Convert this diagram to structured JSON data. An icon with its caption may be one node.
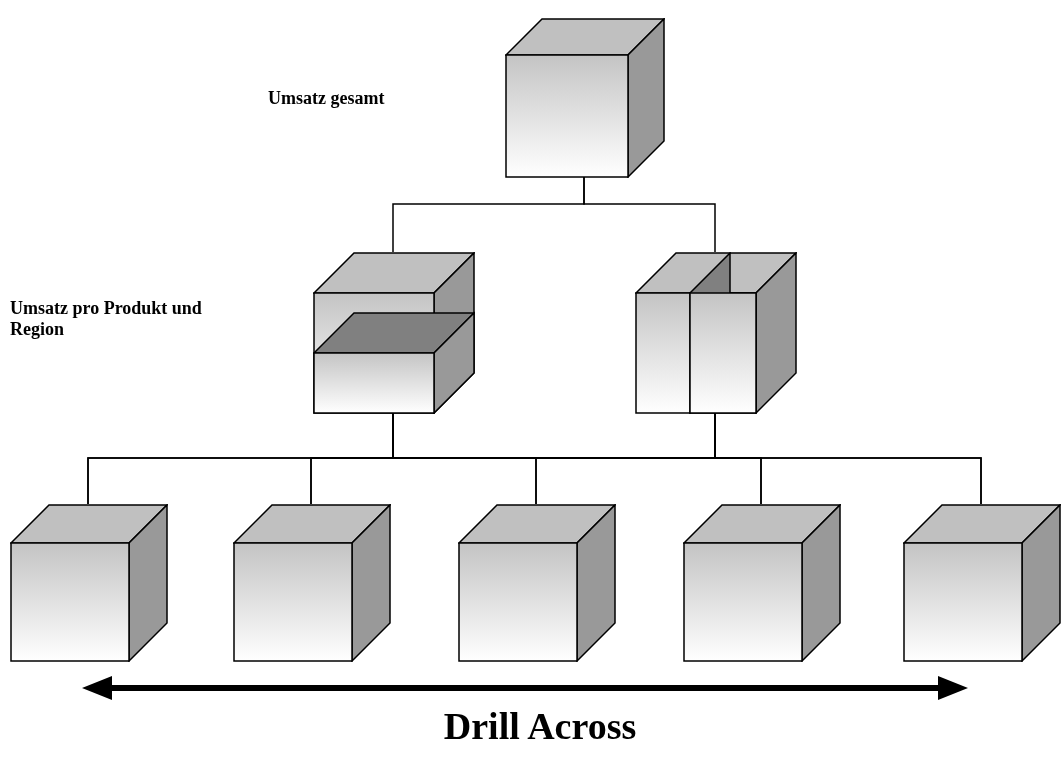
{
  "diagram": {
    "nodes": [
      {
        "text": [],
        "shape": "cube"
      },
      {
        "text": [],
        "shape": "cube"
      },
      {
        "text": [],
        "shape": "cube"
      },
      {
        "text": [],
        "shape": "cube"
      },
      {
        "text": [],
        "shape": "cube"
      },
      {
        "text": [],
        "shape": "cube"
      },
      {
        "text": [],
        "shape": "cube"
      },
      {
        "text": [],
        "shape": "cube"
      }
    ],
    "edges": [
      {
        "from": 0,
        "to": 1,
        "arrow": "none"
      },
      {
        "from": 0,
        "to": 2,
        "arrow": "none"
      },
      {
        "from": 1,
        "to": 3,
        "arrow": "none"
      },
      {
        "from": 1,
        "to": 4,
        "arrow": "none"
      },
      {
        "from": 1,
        "to": 5,
        "arrow": "none"
      },
      {
        "from": 1,
        "to": 6,
        "arrow": "none"
      },
      {
        "from": 1,
        "to": 7,
        "arrow": "none"
      },
      {
        "from": 2,
        "to": 3,
        "arrow": "none"
      },
      {
        "from": 2,
        "to": 4,
        "arrow": "none"
      },
      {
        "from": 2,
        "to": 5,
        "arrow": "none"
      },
      {
        "from": 2,
        "to": 6,
        "arrow": "none"
      },
      {
        "from": 2,
        "to": 7,
        "arrow": "none"
      }
    ],
    "labels": [
      "Umsatz gesamt",
      "Umsatz pro Produkt und Region",
      "Drill Across"
    ]
  }
}
